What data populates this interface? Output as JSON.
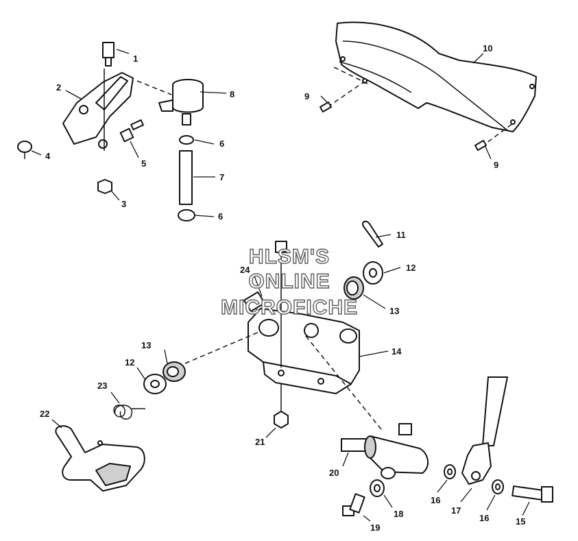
{
  "watermark": {
    "line1": "HLSM'S",
    "line2": "ONLINE",
    "line3": "MICROFICHE"
  },
  "callouts": {
    "c1": "1",
    "c2": "2",
    "c3": "3",
    "c4": "4",
    "c5": "5",
    "c6a": "6",
    "c6b": "6",
    "c7": "7",
    "c8": "8",
    "c9a": "9",
    "c9b": "9",
    "c10": "10",
    "c11": "11",
    "c12a": "12",
    "c12b": "12",
    "c13a": "13",
    "c13b": "13",
    "c14": "14",
    "c15": "15",
    "c16a": "16",
    "c16b": "16",
    "c17": "17",
    "c18": "18",
    "c19": "19",
    "c20": "20",
    "c21": "21",
    "c22": "22",
    "c23": "23",
    "c24": "24"
  }
}
